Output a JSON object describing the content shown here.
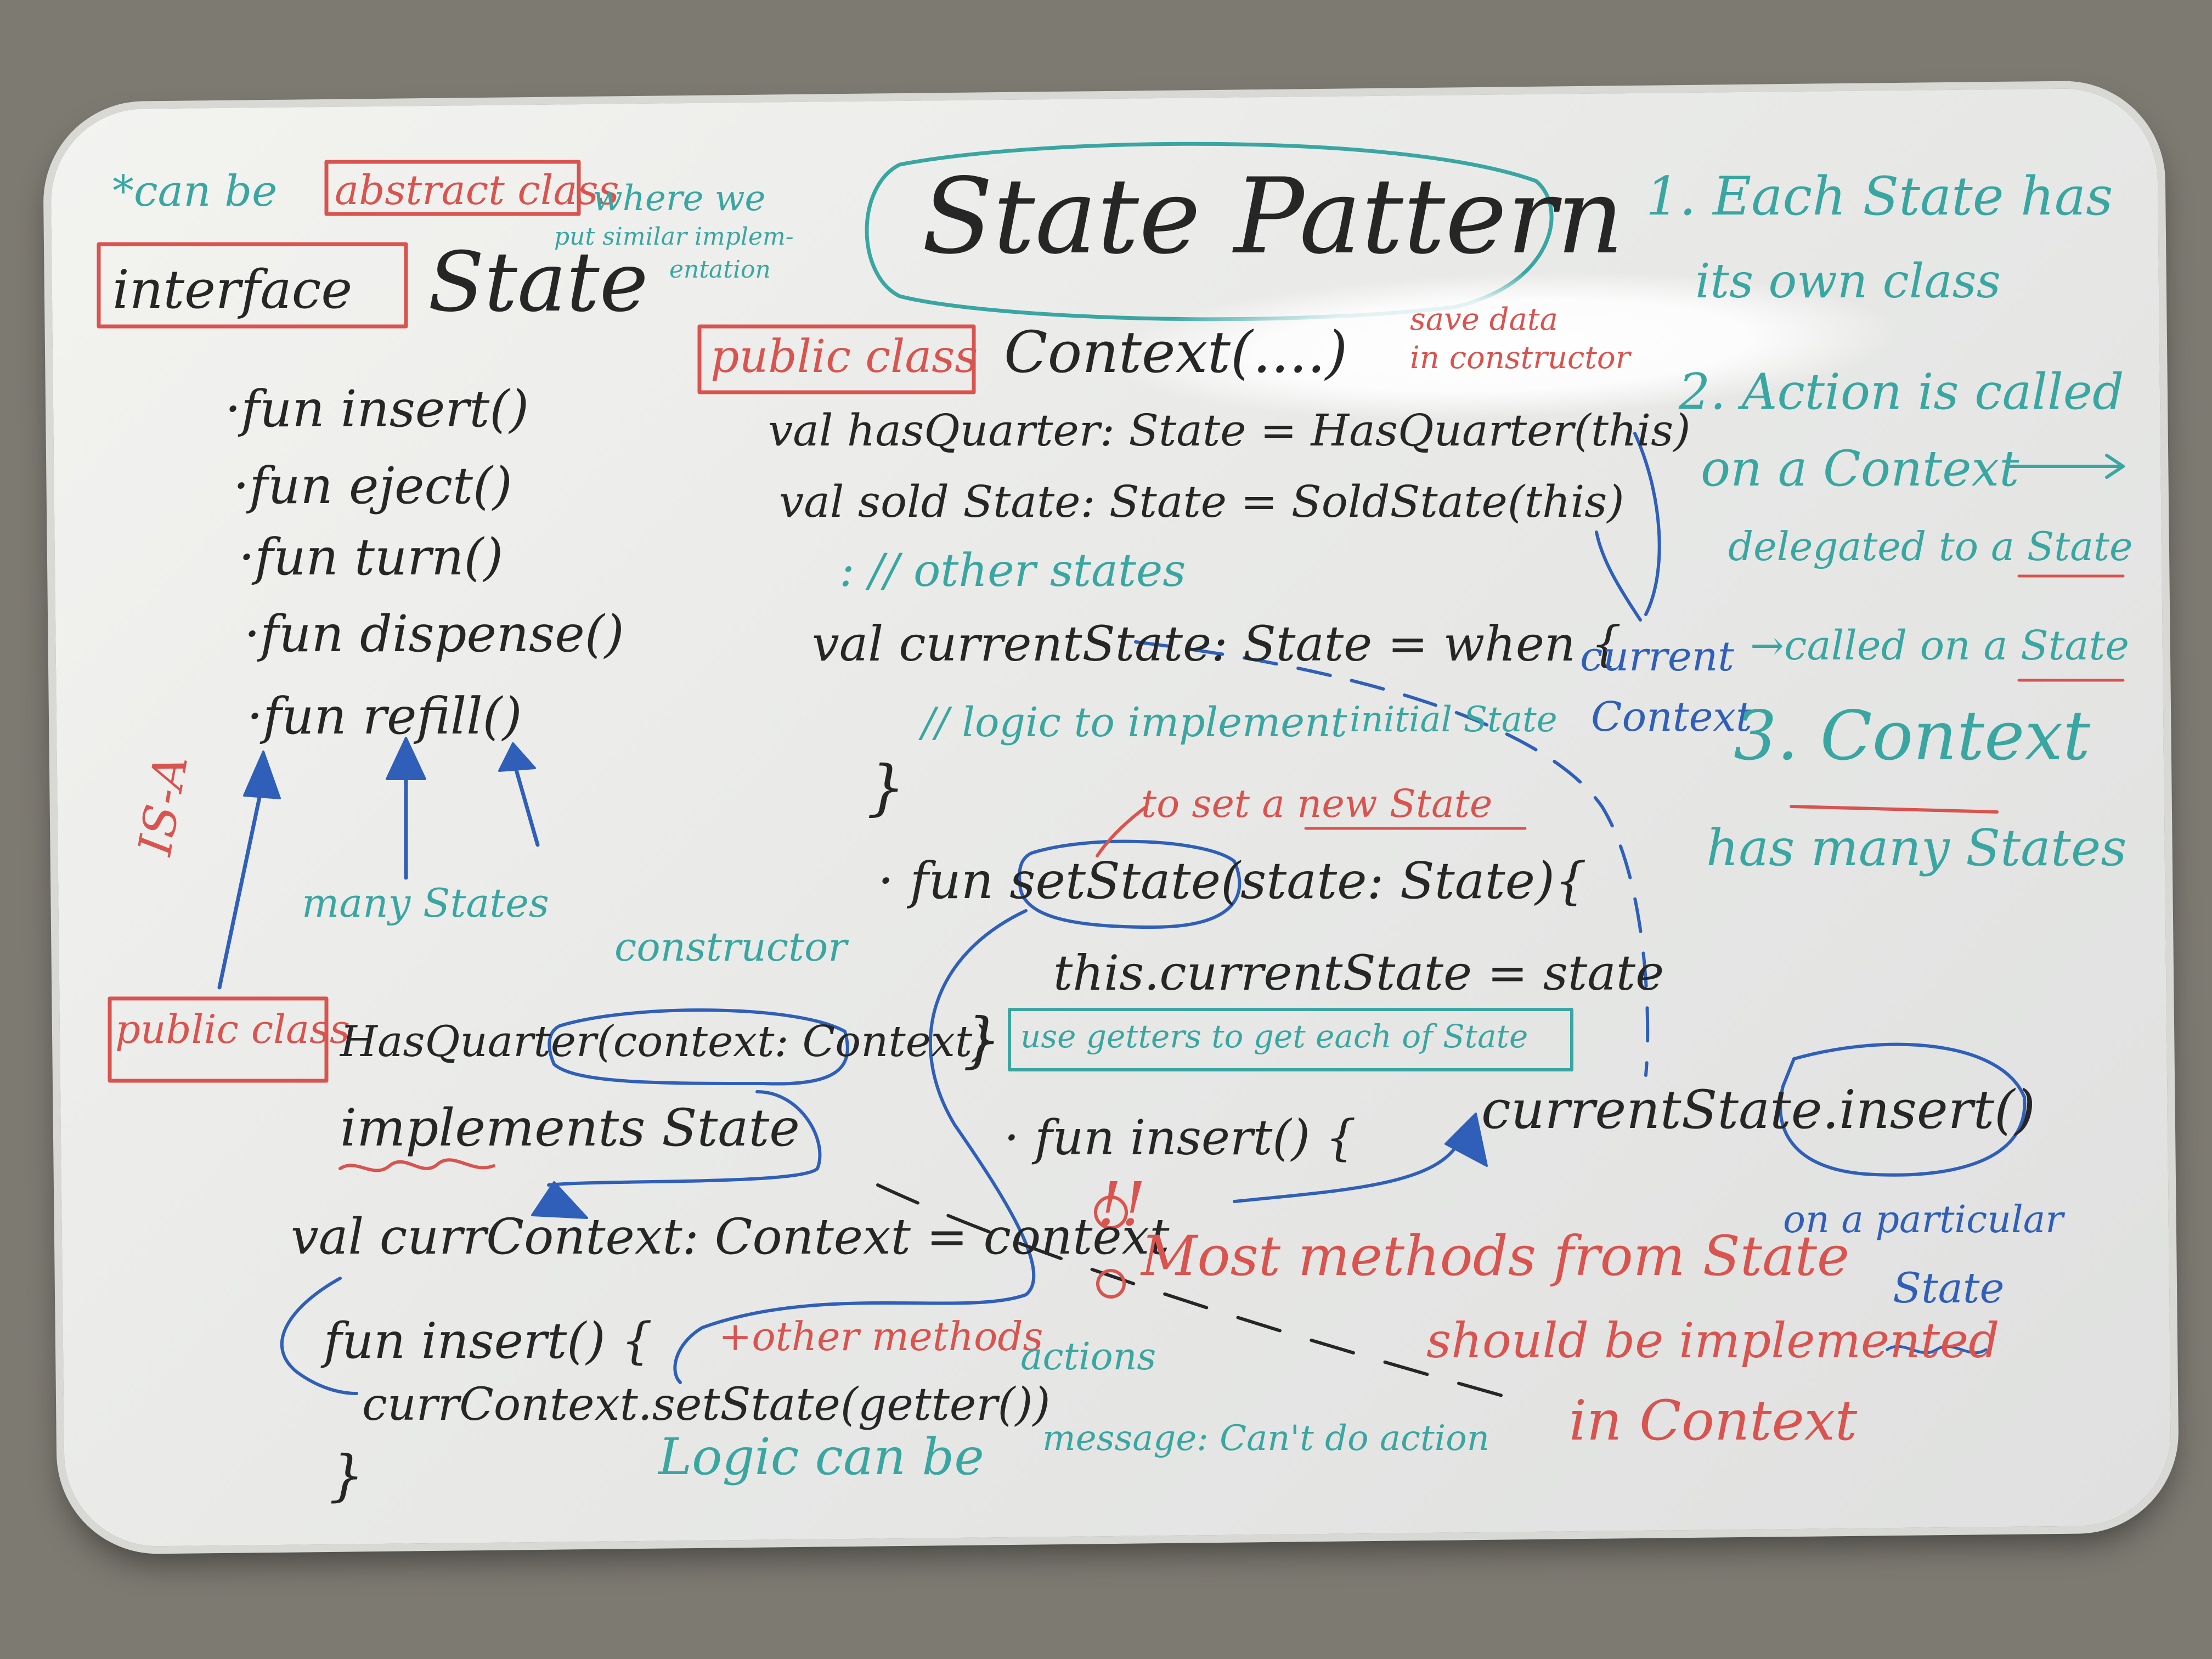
{
  "colors": {
    "wall": "#7d7a72",
    "board": "#eeeeec",
    "black_marker": "#262626",
    "blue_marker": "#2f5fb8",
    "teal_marker": "#3aa6a2",
    "red_marker": "#d9534f"
  },
  "whiteboard": {
    "title": "State Pattern",
    "abstract_note": {
      "prefix": "*can be",
      "boxed": "abstract class",
      "rest_line1": "where we",
      "rest_line2": "put similar implem-",
      "rest_line3": "entation"
    },
    "interface": {
      "keyword": "interface",
      "name": "State",
      "methods": [
        "·fun insert()",
        "·fun eject()",
        "·fun turn()",
        "·fun dispense()",
        "·fun refill()"
      ],
      "is_a_label": "IS-A",
      "many_states": "many States"
    },
    "context": {
      "keyword": "public class",
      "signature": "Context(....)",
      "save_note_line1": "save data",
      "save_note_line2": "in constructor",
      "lines": [
        "val hasQuarter: State = HasQuarter(this)",
        "val sold State: State = SoldState(this)"
      ],
      "other_states": ": // other states",
      "current_state": "val currentState: State = when {",
      "logic_comment": "// logic to implement",
      "initial_state": "initial State",
      "close_brace": "}",
      "current_context_line1": "current",
      "current_context_line2": "Context",
      "to_set_note": "to set a new State",
      "set_state": "· fun setState(state: State){",
      "assign": "this.currentState = state",
      "close_brace2": "}",
      "getters_note": "use getters to get each of State",
      "insert_fun": "· fun insert() {",
      "delegate": "currentState.insert()",
      "on_particular_line1": "on a particular",
      "on_particular_line2": "State"
    },
    "has_quarter": {
      "keyword": "public class",
      "signature": "HasQuarter(context: Context)",
      "constructor_note": "constructor",
      "implements": "implements State",
      "val_line": "val currContext: Context = context",
      "insert": "fun insert() {",
      "call": "currContext.setState(getter())",
      "close": "}",
      "other_methods": "+other methods",
      "actions": "actions",
      "logic": "Logic can be",
      "message": "message: Can't do action"
    },
    "most_methods": {
      "marks": "!!",
      "line1": "Most methods from State",
      "line2": "should be implemented",
      "line3": "in Context"
    },
    "rules": {
      "rule1_line1": "1. Each State has",
      "rule1_line2": "its own class",
      "rule2_line1": "2. Action is called",
      "rule2_line2": "on a Context",
      "rule2_line3": "delegated to a State",
      "rule2_line4": "→called on a State",
      "rule3_line1": "3. Context",
      "rule3_line2": "has many States"
    }
  }
}
